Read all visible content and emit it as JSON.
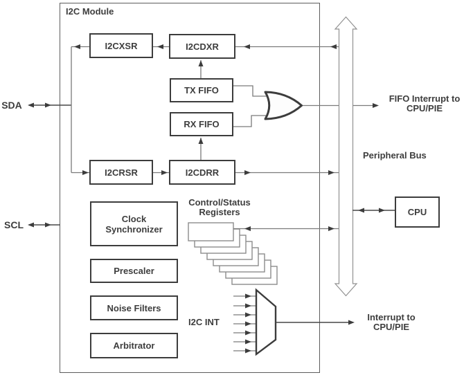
{
  "diagram": {
    "module_title": "I2C Module",
    "blocks": {
      "i2cxsr": "I2CXSR",
      "i2cdxr": "I2CDXR",
      "tx_fifo": "TX FIFO",
      "rx_fifo": "RX FIFO",
      "i2crsr": "I2CRSR",
      "i2cdrr": "I2CDRR",
      "clock_synchronizer": "Clock Synchronizer",
      "prescaler": "Prescaler",
      "noise_filters": "Noise Filters",
      "arbitrator": "Arbitrator",
      "cpu": "CPU"
    },
    "labels": {
      "sda": "SDA",
      "scl": "SCL",
      "fifo_interrupt": [
        "FIFO Interrupt to",
        "CPU/PIE"
      ],
      "peripheral_bus": "Peripheral Bus",
      "control_status_registers": [
        "Control/Status",
        "Registers"
      ],
      "i2c_int": "I2C INT",
      "interrupt_to": [
        "Interrupt to",
        "CPU/PIE"
      ]
    },
    "shapes": {
      "register_stack_count": 8,
      "mux_input_count": 7
    },
    "colors": {
      "block_border": "#3c3c3c",
      "connector_gray": "#7a7a7a",
      "connector_dark": "#474747",
      "bus_outline": "#909090",
      "text": "#3d3d3d",
      "background": "#ffffff"
    }
  }
}
